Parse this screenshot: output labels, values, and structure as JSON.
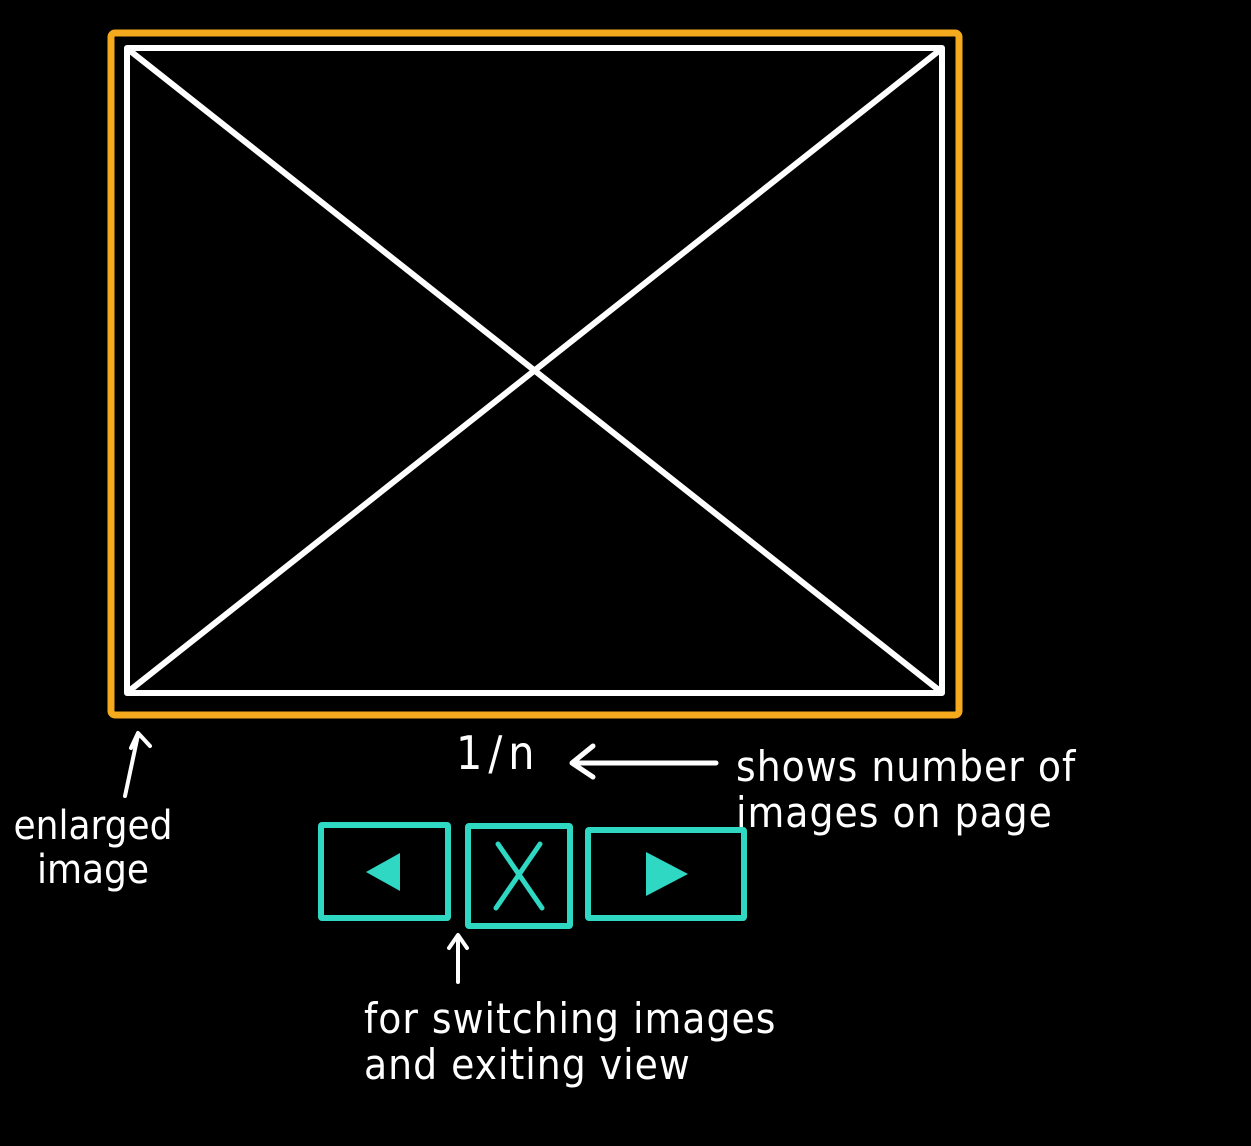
{
  "colors": {
    "background": "#000000",
    "image_frame": "#f5a91c",
    "placeholder_lines": "#ffffff",
    "controls": "#2ed8c3",
    "text": "#ffffff"
  },
  "viewer": {
    "counter": "1/n"
  },
  "controls": {
    "prev_icon": "left-triangle-icon",
    "close_icon": "x-icon",
    "next_icon": "right-triangle-icon"
  },
  "annotations": {
    "enlarged_image": "enlarged\nimage",
    "counter_note": "shows number of\nimages on page",
    "controls_note": "for switching images\nand exiting view"
  }
}
